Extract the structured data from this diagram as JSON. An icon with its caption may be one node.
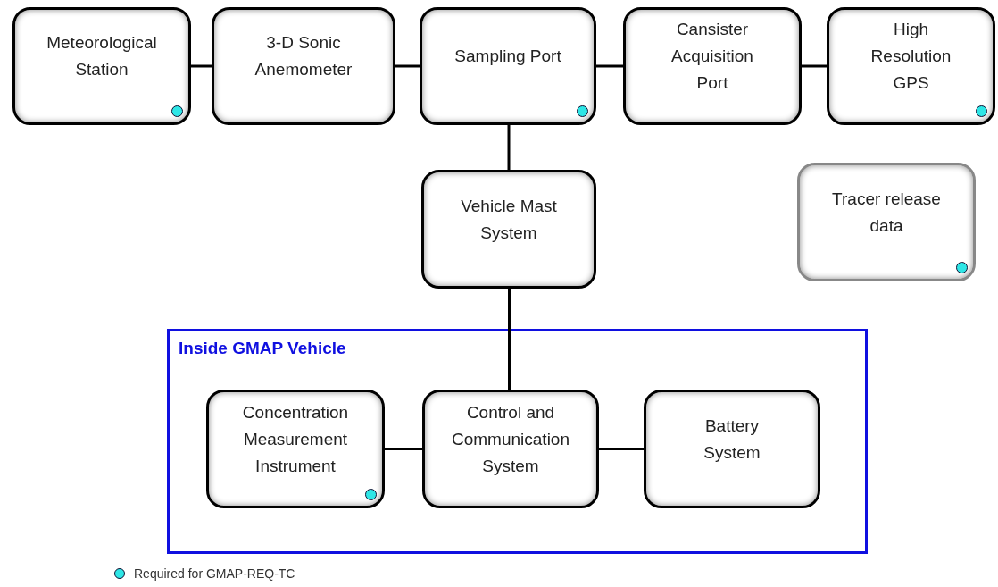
{
  "diagram": {
    "nodes": [
      {
        "text": [
          "Meteorological Station"
        ]
      },
      {
        "text": [
          "3-D Sonic Anemometer"
        ]
      },
      {
        "text": [
          "Sampling Port"
        ]
      },
      {
        "text": [
          "Cansister Acquisition Port"
        ]
      },
      {
        "text": [
          "High Resolution GPS"
        ]
      },
      {
        "text": [
          "Vehicle Mast System"
        ]
      },
      {
        "text": [
          "Tracer release data"
        ]
      },
      {
        "text": [
          "Inside GMAP Vehicle"
        ]
      },
      {
        "text": [
          "Concentration Measurement Instrument"
        ],
        "in": 7
      },
      {
        "text": [
          "Control and Communication System"
        ],
        "in": 7
      },
      {
        "text": [
          "Battery System"
        ],
        "in": 7
      }
    ],
    "edges": [
      {
        "from": 0,
        "to": 1,
        "arrow": "none"
      },
      {
        "from": 1,
        "to": 2,
        "arrow": "none"
      },
      {
        "from": 2,
        "to": 3,
        "arrow": "none"
      },
      {
        "from": 3,
        "to": 4,
        "arrow": "none"
      },
      {
        "from": 2,
        "to": 5,
        "arrow": "none"
      },
      {
        "from": 5,
        "to": 9,
        "arrow": "none"
      },
      {
        "from": 8,
        "to": 9,
        "arrow": "none"
      },
      {
        "from": 9,
        "to": 10,
        "arrow": "none"
      }
    ],
    "legend": [
      {
        "text": "Required for GMAP-REQ-TC",
        "color": "#2ee6e6"
      }
    ]
  }
}
